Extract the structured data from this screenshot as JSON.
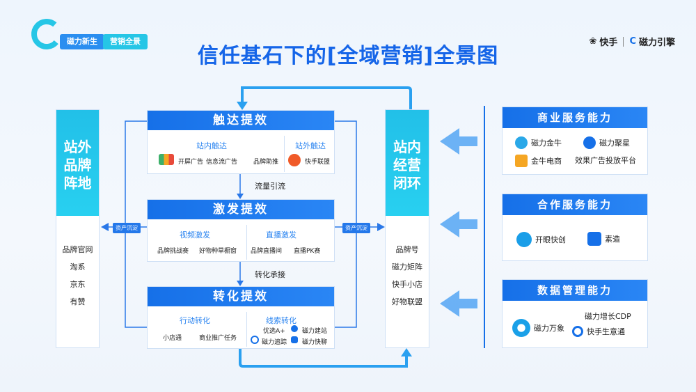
{
  "header": {
    "badge_left": "磁力新生",
    "badge_right": "营销全景",
    "title": "信任基石下的[全域营销]全景图",
    "brand1": "快手",
    "brand2": "磁力引擎"
  },
  "left_column": {
    "title_lines": [
      "站外",
      "品牌",
      "阵地"
    ],
    "items": [
      "品牌官网",
      "淘系",
      "京东",
      "有赞"
    ]
  },
  "middle_column": {
    "title_lines": [
      "站内",
      "经营",
      "闭环"
    ],
    "items": [
      "品牌号",
      "磁力矩阵",
      "快手小店",
      "好物联盟"
    ]
  },
  "blocks": {
    "reach": {
      "title": "触达提效",
      "sub_left": "站内触达",
      "sub_right": "站外触达",
      "items": [
        "开屏广告",
        "信息流广告",
        "品牌助推",
        "快手联盟"
      ]
    },
    "stimulate": {
      "title": "激发提效",
      "sub_left": "视频激发",
      "sub_right": "直播激发",
      "items": [
        "品牌挑战赛",
        "好物种草橱窗",
        "品牌直播间",
        "直播PK赛"
      ]
    },
    "convert": {
      "title": "转化提效",
      "sub_left": "行动转化",
      "sub_right": "线索转化",
      "items_left": [
        "小店通",
        "商业推广任务"
      ],
      "items_right": [
        "优选A+",
        "磁力建站",
        "磁力追踪",
        "磁力快聊"
      ]
    }
  },
  "flow": {
    "traffic": "流量引流",
    "conversion": "转化承接",
    "asset_left": "资产沉淀",
    "asset_right": "资产沉淀"
  },
  "right_panels": [
    {
      "title": "商业服务能力",
      "items": [
        "磁力金牛",
        "磁力聚星",
        "金牛电商",
        "效果广告投放平台"
      ]
    },
    {
      "title": "合作服务能力",
      "items": [
        "开眼快创",
        "素造"
      ]
    },
    {
      "title": "数据管理能力",
      "items": [
        "磁力万象",
        "磁力增长CDP",
        "快手生意通"
      ]
    }
  ],
  "colors": {
    "primary": "#1670e8",
    "cyan": "#26c6e6",
    "title": "#1565e8"
  }
}
